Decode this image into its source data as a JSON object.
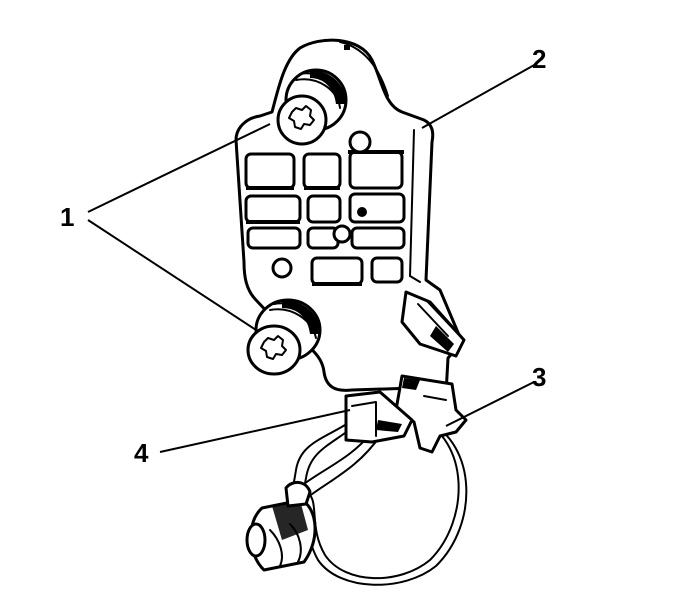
{
  "callouts": [
    {
      "id": "1",
      "text": "1"
    },
    {
      "id": "2",
      "text": "2"
    },
    {
      "id": "3",
      "text": "3"
    },
    {
      "id": "4",
      "text": "4"
    }
  ],
  "colors": {
    "ink": "#000000",
    "paper": "#ffffff"
  }
}
